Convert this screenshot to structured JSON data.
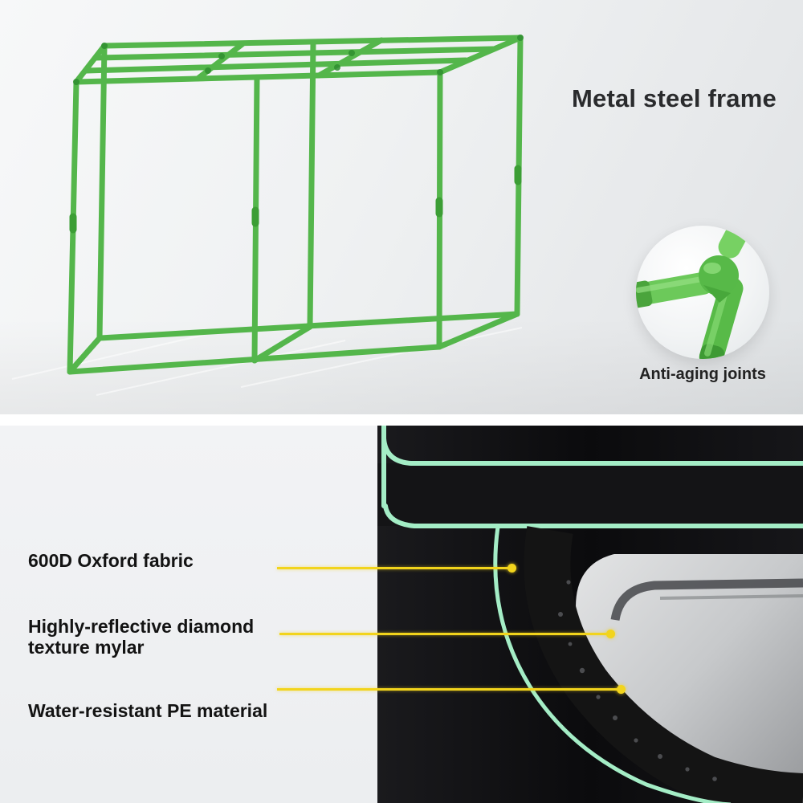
{
  "top": {
    "title": "Metal steel frame",
    "inset_caption": "Anti-aging joints"
  },
  "features": [
    {
      "label": "600D Oxford fabric"
    },
    {
      "label": "Highly-reflective diamond texture mylar"
    },
    {
      "label": "Water-resistant PE material"
    }
  ],
  "colors": {
    "frame_green": "#54b64b",
    "mint_trim": "#a4edc6",
    "leader_yellow": "#f2d41c",
    "fabric_black": "#0d0d0f",
    "mylar_gray": "#c9cbcd"
  }
}
